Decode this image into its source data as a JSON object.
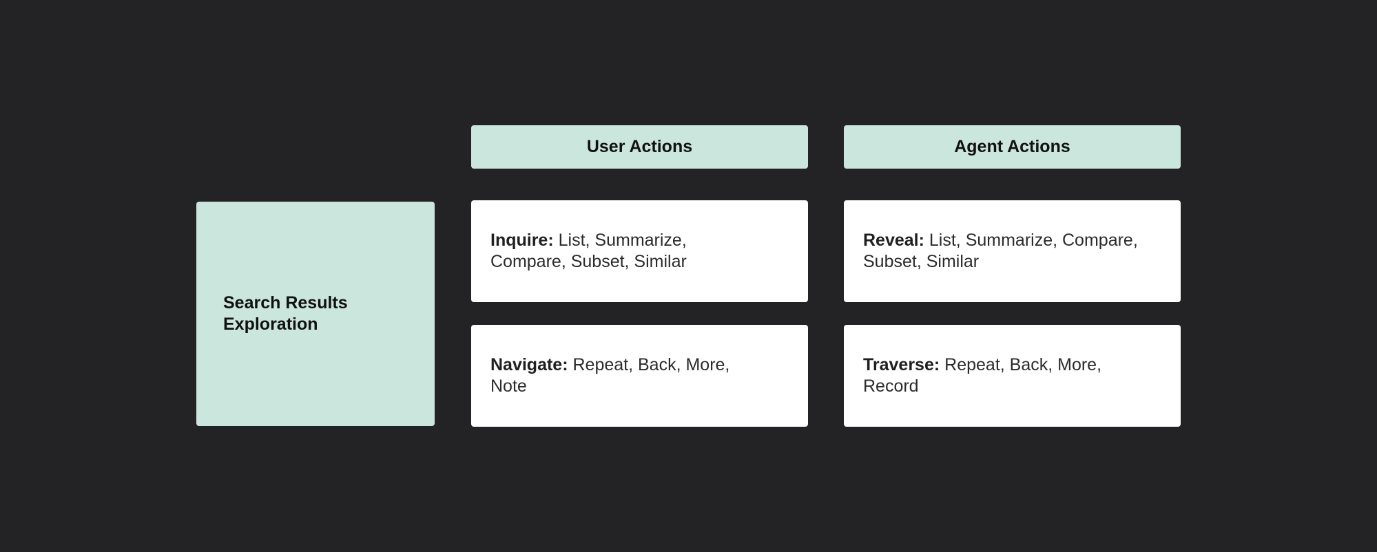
{
  "colors": {
    "background": "#232325",
    "mint": "#cbe6dd",
    "card": "#ffffff",
    "text": "#111111"
  },
  "headers": {
    "user": "User Actions",
    "agent": "Agent Actions"
  },
  "row_label": {
    "line1": "Search Results",
    "line2": "Exploration"
  },
  "cells": {
    "user_row1": {
      "keyword": "Inquire:",
      "text": " List, Summarize, Compare, Subset, Similar"
    },
    "agent_row1": {
      "keyword": "Reveal:",
      "text": " List, Summarize, Compare, Subset, Similar"
    },
    "user_row2": {
      "keyword": "Navigate:",
      "text": " Repeat, Back, More, Note"
    },
    "agent_row2": {
      "keyword": "Traverse:",
      "text": " Repeat, Back, More, Record"
    }
  }
}
